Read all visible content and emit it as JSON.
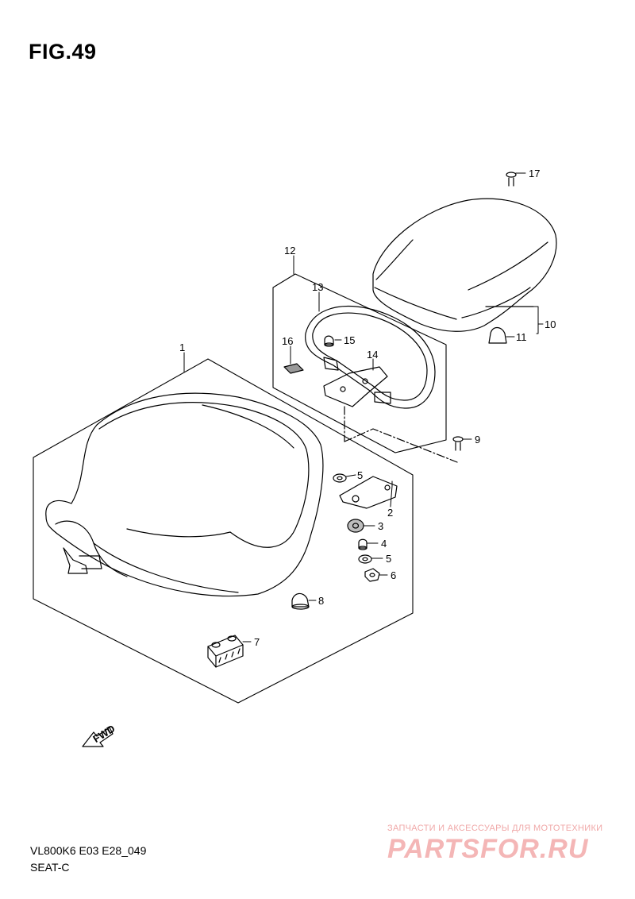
{
  "figure": {
    "title": "FIG.49"
  },
  "callouts": {
    "c1": "1",
    "c2": "2",
    "c3": "3",
    "c4": "4",
    "c5a": "5",
    "c5b": "5",
    "c6": "6",
    "c7": "7",
    "c8": "8",
    "c9": "9",
    "c10": "10",
    "c11": "11",
    "c12": "12",
    "c13": "13",
    "c14": "14",
    "c15": "15",
    "c16": "16",
    "c17": "17"
  },
  "fwd": {
    "label": "FWD"
  },
  "footer": {
    "model_code": "VL800K6 E03 E28_049",
    "section_name": "SEAT-C"
  },
  "watermark": {
    "tagline": "ЗАПЧАСТИ И АКСЕССУАРЫ ДЛЯ МОТОТЕХНИКИ",
    "logo": "PARTSFOR.RU"
  }
}
